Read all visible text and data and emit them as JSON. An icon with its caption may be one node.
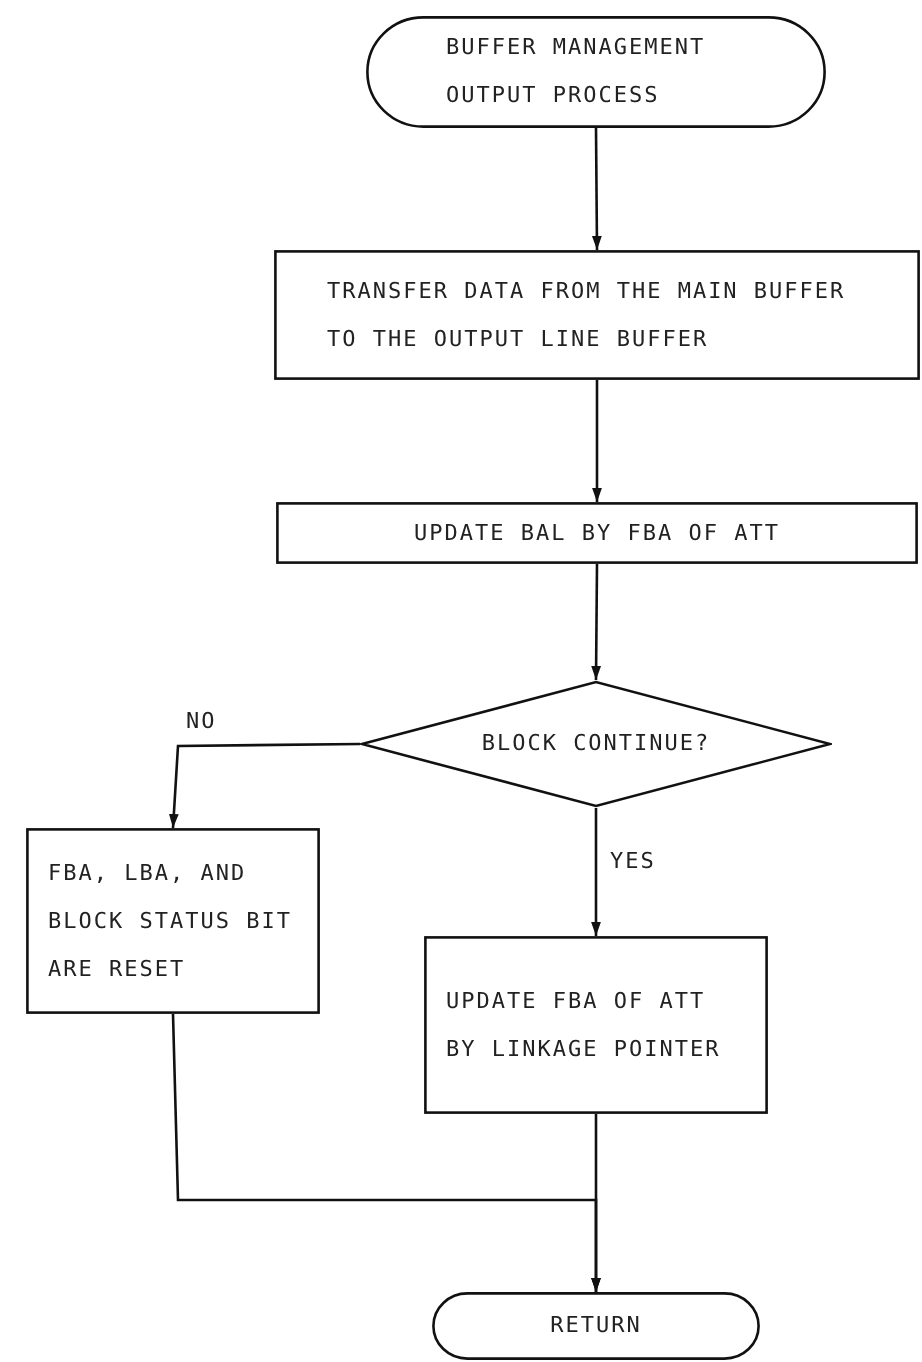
{
  "diagram": {
    "nodes": [
      {
        "text": [
          "BUFFER MANAGEMENT OUTPUT PROCESS"
        ]
      },
      {
        "text": [
          "TRANSFER DATA FROM THE MAIN BUFFER TO THE OUTPUT LINE BUFFER"
        ]
      },
      {
        "text": [
          "UPDATE BAL BY FBA OF ATT"
        ]
      },
      {
        "text": [
          "BLOCK CONTINUE?"
        ]
      },
      {
        "text": [
          "FBA, LBA, AND BLOCK STATUS BIT ARE RESET"
        ]
      },
      {
        "text": [
          "UPDATE FBA OF ATT BY LINKAGE POINTER"
        ]
      },
      {
        "text": [
          "RETURN"
        ]
      }
    ],
    "edges": [
      {
        "from": 0,
        "to": 1,
        "arrow": "to"
      },
      {
        "from": 1,
        "to": 2,
        "arrow": "to"
      },
      {
        "from": 2,
        "to": 3,
        "arrow": "to"
      },
      {
        "from": 3,
        "to": 4,
        "label": "NO",
        "arrow": "to"
      },
      {
        "from": 3,
        "to": 5,
        "label": "YES",
        "arrow": "to"
      },
      {
        "from": 4,
        "to": 6,
        "arrow": "to"
      },
      {
        "from": 5,
        "to": 6,
        "arrow": "to"
      }
    ]
  }
}
